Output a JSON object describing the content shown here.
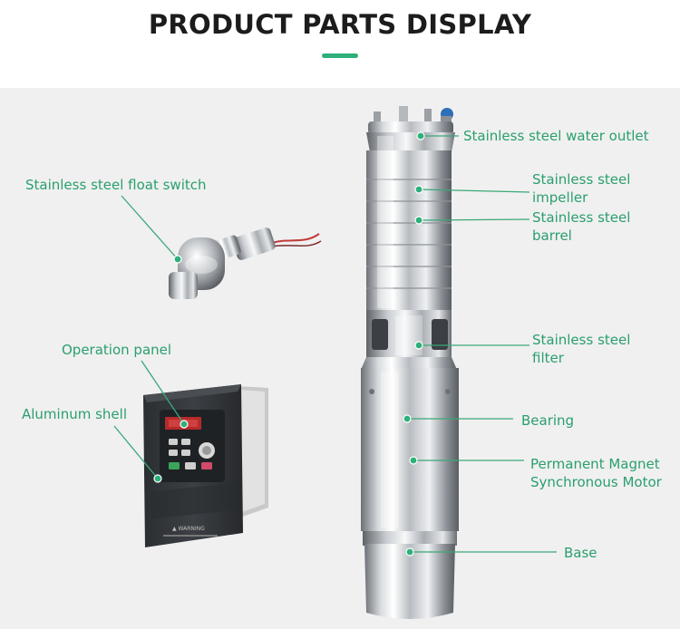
{
  "header": {
    "title": "PRODUCT PARTS DISPLAY",
    "accent_color": "#2db07a"
  },
  "labels": {
    "float_switch": "Stainless steel float switch",
    "operation_panel": "Operation panel",
    "aluminum_shell": "Aluminum shell",
    "water_outlet": "Stainless steel water outlet",
    "impeller_line1": "Stainless steel",
    "impeller_line2": "impeller",
    "barrel_line1": "Stainless steel",
    "barrel_line2": "barrel",
    "filter_line1": "Stainless steel",
    "filter_line2": "filter",
    "bearing": "Bearing",
    "motor_line1": "Permanent Magnet",
    "motor_line2": "Synchronous Motor",
    "base": "Base"
  },
  "inverter": {
    "brand_text": "▲ WARNING"
  },
  "label_color": "#2a9f6e"
}
